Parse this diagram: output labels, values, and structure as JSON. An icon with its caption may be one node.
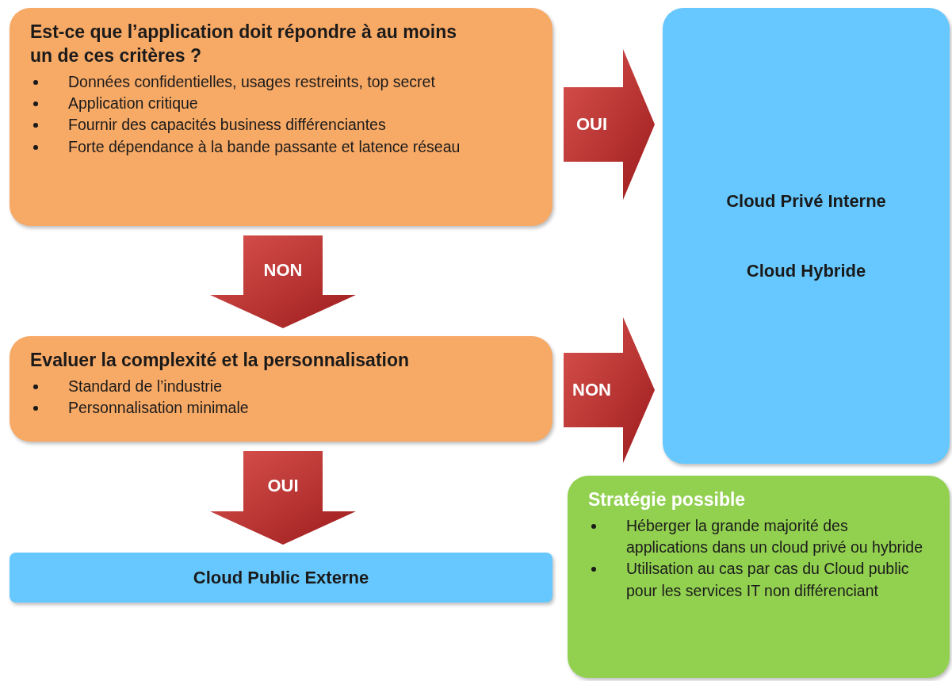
{
  "diagram": {
    "nodes": [
      {
        "text": [
          "Est-ce que l’application doit répondre à au moins un de ces critères ?",
          "Données confidentielles, usages restreints, top secret",
          "Application critique",
          "Fournir des capacités business différenciantes",
          "Forte dépendance à la bande passante et latence réseau"
        ]
      },
      {
        "text": [
          "Evaluer la complexité et la personnalisation",
          "Standard de l’industrie",
          "Personnalisation minimale"
        ]
      },
      {
        "text": [
          "Cloud Privé Interne",
          "Cloud Hybride"
        ]
      },
      {
        "text": [
          "Cloud Public Externe"
        ]
      },
      {
        "text": [
          "Stratégie possible",
          "Héberger la grande majorité des applications dans un cloud privé ou hybride",
          "Utilisation au cas par cas du Cloud public pour les services IT non différenciant"
        ]
      }
    ],
    "edges": [
      {
        "from": 0,
        "to": 2,
        "arrow": "to",
        "label": "OUI"
      },
      {
        "from": 0,
        "to": 1,
        "arrow": "to",
        "label": "NON"
      },
      {
        "from": 1,
        "to": 2,
        "arrow": "to",
        "label": "NON"
      },
      {
        "from": 1,
        "to": 3,
        "arrow": "to",
        "label": "OUI"
      }
    ]
  }
}
